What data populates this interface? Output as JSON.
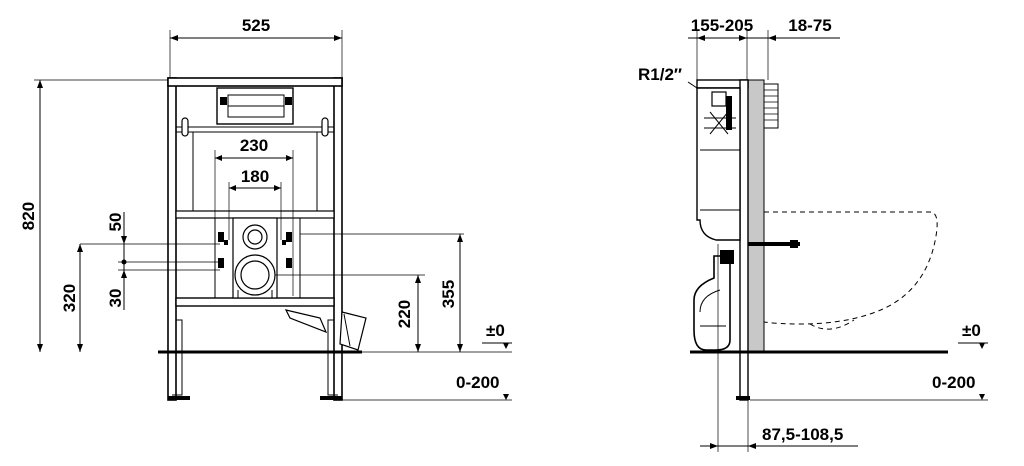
{
  "front_view": {
    "width_label": "525",
    "height_label": "820",
    "outer_spacing_label": "230",
    "inner_spacing_label": "180",
    "upper_offset_label": "50",
    "lower_offset_label": "30",
    "inlet_height_label": "320",
    "drain_height_label": "220",
    "flange_height_label": "355",
    "floor_zero_label": "±0",
    "foot_range_label": "0-200"
  },
  "side_view": {
    "depth_label": "155-205",
    "wall_gap_label": "18-75",
    "connection_label": "R1/2″",
    "floor_zero_label": "±0",
    "foot_range_label": "0-200",
    "bolt_distance_label": "87,5-108,5"
  }
}
